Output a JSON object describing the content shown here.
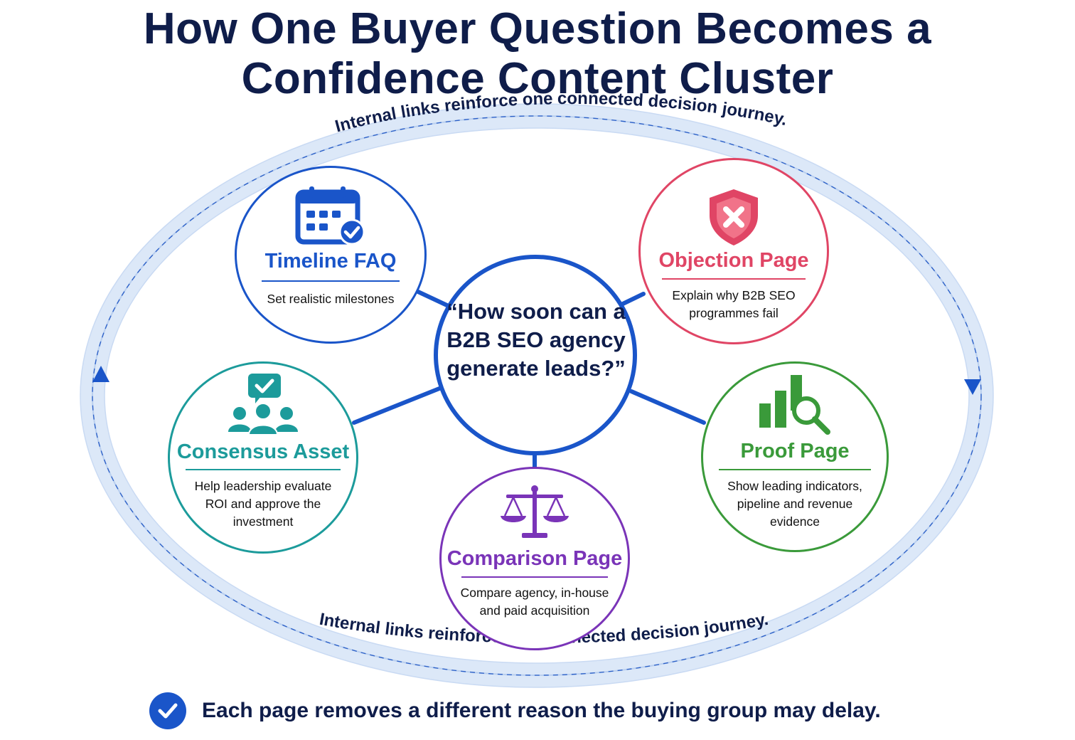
{
  "title": {
    "line1": "How One Buyer Question Becomes a",
    "line2": "Confidence Content Cluster"
  },
  "loop_label_top": "Internal links reinforce one connected decision journey.",
  "loop_label_bottom": "Internal links reinforce one connected decision journey.",
  "center_question": "“How soon can a B2B SEO agency generate leads?”",
  "nodes": {
    "timeline": {
      "label": "Timeline FAQ",
      "desc": "Set realistic milestones",
      "icon": "calendar-check-icon",
      "color": "#1a55c9"
    },
    "objection": {
      "label": "Objection Page",
      "desc": "Explain why B2B SEO programmes fail",
      "icon": "shield-x-icon",
      "color": "#e04565"
    },
    "consensus": {
      "label": "Consensus Asset",
      "desc": "Help leadership evaluate ROI and approve the investment",
      "icon": "group-approval-icon",
      "color": "#1c9b9b"
    },
    "proof": {
      "label": "Proof Page",
      "desc": "Show leading indicators, pipeline and revenue evidence",
      "icon": "bar-chart-magnifier-icon",
      "color": "#3a9a3a"
    },
    "comparison": {
      "label": "Comparison Page",
      "desc": "Compare agency, in-house and paid acquisition",
      "icon": "balance-scale-icon",
      "color": "#7a34b8"
    }
  },
  "center_color": "#1a55c9",
  "footer": {
    "text": "Each page removes a different reason the buying group may delay.",
    "icon": "check-circle-icon"
  }
}
